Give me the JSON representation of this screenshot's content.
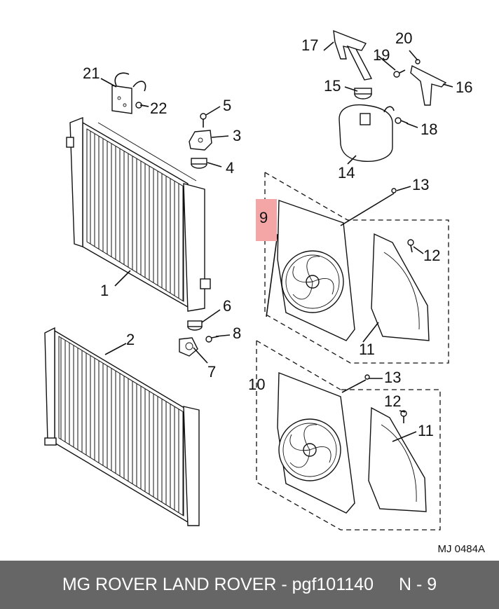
{
  "diagram": {
    "highlight_color": "#f4a6a6",
    "callouts": [
      "1",
      "2",
      "3",
      "4",
      "5",
      "6",
      "7",
      "8",
      "9",
      "10",
      "11",
      "11",
      "12",
      "12",
      "13",
      "13",
      "14",
      "15",
      "16",
      "17",
      "18",
      "19",
      "20",
      "21",
      "22"
    ],
    "reference": "MJ 0484A"
  },
  "footer": {
    "background": "#666666",
    "text": "MG ROVER LAND ROVER - pgf101140",
    "code": "N - 9"
  }
}
